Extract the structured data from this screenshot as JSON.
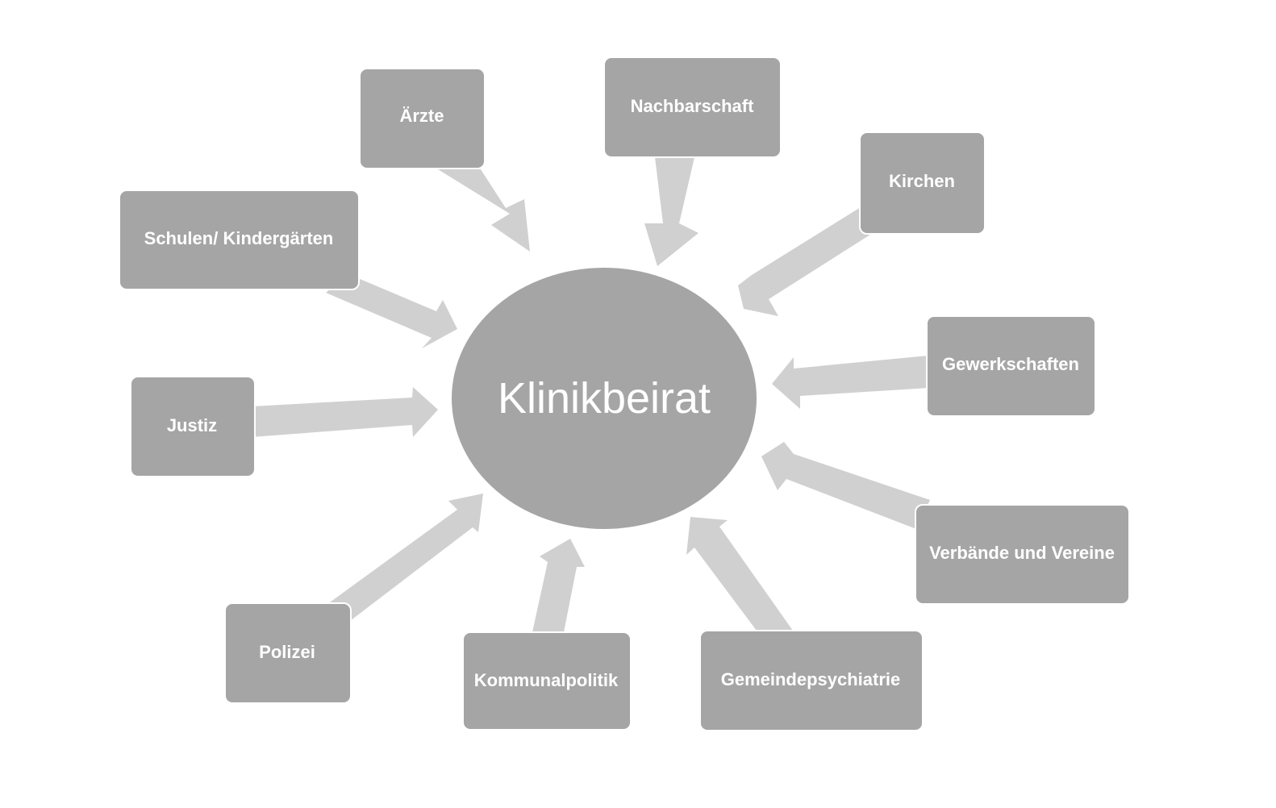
{
  "diagram": {
    "center": {
      "label": "Klinikbeirat"
    },
    "nodes": [
      {
        "id": "aerzte",
        "label": "Ärzte"
      },
      {
        "id": "nachbarschaft",
        "label": "Nachbarschaft"
      },
      {
        "id": "kirchen",
        "label": "Kirchen"
      },
      {
        "id": "schulen",
        "label": "Schulen/ Kindergärten"
      },
      {
        "id": "gewerkschaften",
        "label": "Gewerkschaften"
      },
      {
        "id": "justiz",
        "label": "Justiz"
      },
      {
        "id": "verbaende",
        "label": "Verbände und Vereine"
      },
      {
        "id": "polizei",
        "label": "Polizei"
      },
      {
        "id": "kommunalpolitik",
        "label": "Kommunalpolitik"
      },
      {
        "id": "gemeindepsychiatrie",
        "label": "Gemeindepsychiatrie"
      }
    ],
    "colors": {
      "node_fill": "#a5a5a5",
      "node_text": "#ffffff",
      "arrow_fill": "#d0d0d0",
      "background": "#ffffff"
    }
  }
}
